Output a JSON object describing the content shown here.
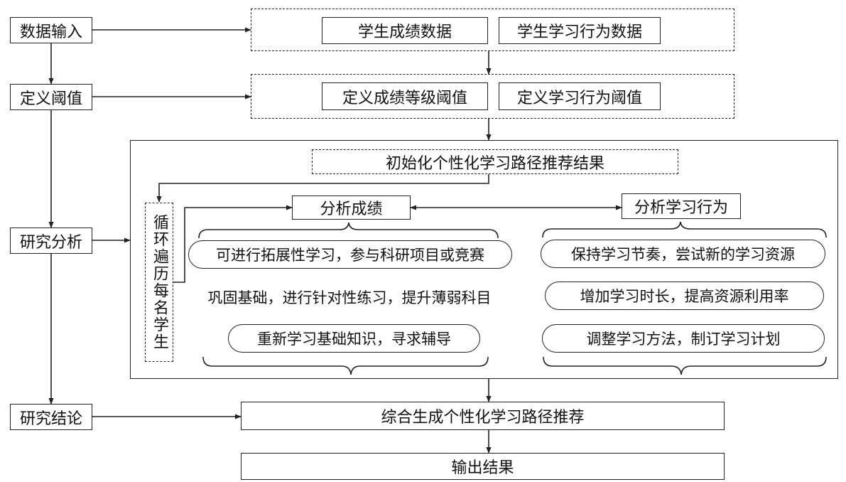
{
  "left_steps": [
    "数据输入",
    "定义阈值",
    "研究分析",
    "研究结论"
  ],
  "data_input": {
    "items": [
      "学生成绩数据",
      "学生学习行为数据"
    ]
  },
  "thresholds": {
    "items": [
      "定义成绩等级阈值",
      "定义学习行为阈值"
    ]
  },
  "analysis": {
    "init": "初始化个性化学习路径推荐结果",
    "loop": "循环遍历每名学生",
    "grade": {
      "title": "分析成绩",
      "items": [
        "可进行拓展性学习，参与科研项目或竞赛",
        "巩固基础，进行针对性练习，提升薄弱科目",
        "重新学习基础知识，寻求辅导"
      ]
    },
    "behavior": {
      "title": "分析学习行为",
      "items": [
        "保持学习节奏，尝试新的学习资源",
        "增加学习时长，提高资源利用率",
        "调整学习方法，制订学习计划"
      ]
    }
  },
  "synthesis": "综合生成个性化学习路径推荐",
  "output": "输出结果"
}
